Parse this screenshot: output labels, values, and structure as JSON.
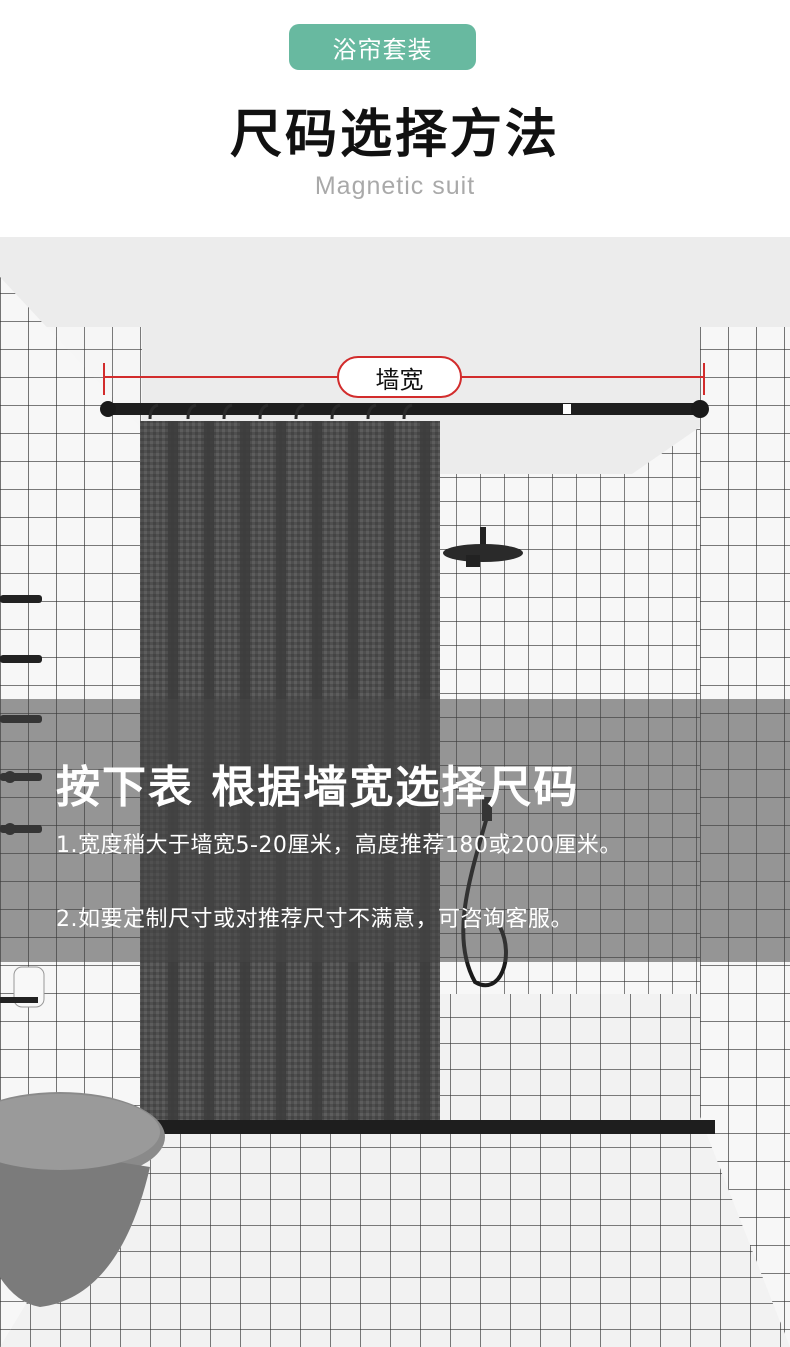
{
  "header": {
    "badge": "浴帘套装",
    "title": "尺码选择方法",
    "subtitle": "Magnetic suit"
  },
  "scene": {
    "wall_width_label": "墙宽"
  },
  "overlay": {
    "heading": "按下表 根据墙宽选择尺码",
    "line1": "1.宽度稍大于墙宽5-20厘米，高度推荐180或200厘米。",
    "line2": "2.如要定制尺寸或对推荐尺寸不满意，可咨询客服。"
  },
  "colors": {
    "badge": "#68b9a0",
    "measure_line": "#d22c2c",
    "curtain": "#4d4d4d",
    "overlay": "#464646"
  }
}
